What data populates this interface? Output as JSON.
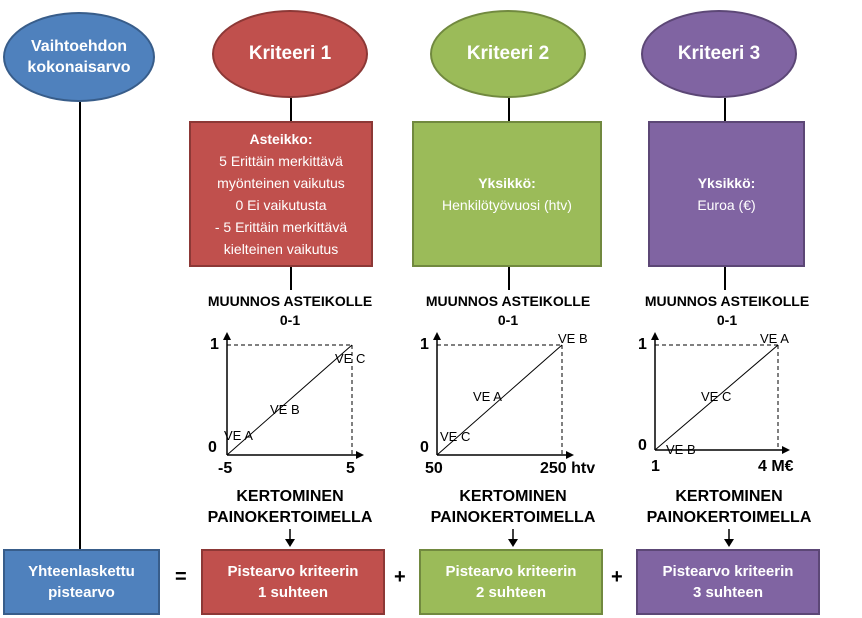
{
  "total": {
    "oval_line1": "Vaihtoehdon",
    "oval_line2": "kokonaisarvo",
    "box_line1": "Yhteenlaskettu",
    "box_line2": "pistearvo"
  },
  "criteria": [
    {
      "title": "Kriteeri 1",
      "color": "#c0504d",
      "unit_heading": "Asteikko:",
      "unit_lines": [
        "5 Erittäin merkittävä",
        "myönteinen vaikutus",
        "0 Ei vaikutusta",
        "- 5 Erittäin merkittävä",
        "kielteinen vaikutus"
      ],
      "conv_line1": "MUUNNOS ASTEIKOLLE",
      "conv_line2": "0-1",
      "graph": {
        "y0": "0",
        "y1": "1",
        "xmin": "-5",
        "xmax": "5",
        "labels": [
          "VE A",
          "VE B",
          "VE C"
        ]
      },
      "mult_line1": "KERTOMINEN",
      "mult_line2": "PAINOKERTOIMELLA",
      "result_line1": "Pistearvo kriteerin",
      "result_line2": "1 suhteen"
    },
    {
      "title": "Kriteeri 2",
      "color": "#9bbb59",
      "unit_heading": "Yksikkö:",
      "unit_lines": [
        "Henkilötyövuosi (htv)"
      ],
      "conv_line1": "MUUNNOS ASTEIKOLLE",
      "conv_line2": "0-1",
      "graph": {
        "y0": "0",
        "y1": "1",
        "xmin": "50",
        "xmax": "250 htv",
        "labels": [
          "VE C",
          "VE A",
          "VE B"
        ]
      },
      "mult_line1": "KERTOMINEN",
      "mult_line2": "PAINOKERTOIMELLA",
      "result_line1": "Pistearvo kriteerin",
      "result_line2": "2 suhteen"
    },
    {
      "title": "Kriteeri 3",
      "color": "#8064a2",
      "unit_heading": "Yksikkö:",
      "unit_lines": [
        "Euroa (€)"
      ],
      "conv_line1": "MUUNNOS ASTEIKOLLE",
      "conv_line2": "0-1",
      "graph": {
        "y0": "0",
        "y1": "1",
        "xmin": "1",
        "xmax": "4 M€",
        "labels": [
          "VE B",
          "VE C",
          "VE A"
        ]
      },
      "mult_line1": "KERTOMINEN",
      "mult_line2": "PAINOKERTOIMELLA",
      "result_line1": "Pistearvo kriteerin",
      "result_line2": "3 suhteen"
    }
  ],
  "operators": {
    "equals": "=",
    "plus1": "+",
    "plus2": "+"
  }
}
